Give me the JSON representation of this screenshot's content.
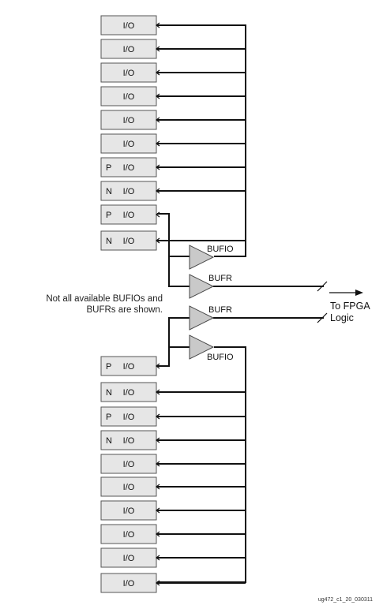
{
  "io_label": "I/O",
  "pin_p": "P",
  "pin_n": "N",
  "top_pins": [
    "",
    "",
    "",
    "",
    "",
    "",
    "P",
    "N",
    "P",
    "N"
  ],
  "bottom_pins": [
    "P",
    "N",
    "P",
    "N",
    "",
    "",
    "",
    "",
    "",
    ""
  ],
  "buffers": {
    "top_bufio": "BUFIO",
    "top_bufr": "BUFR",
    "bottom_bufr": "BUFR",
    "bottom_bufio": "BUFIO"
  },
  "note_lines": [
    "Not all available BUFIOs and",
    "BUFRs are shown."
  ],
  "output_lines": [
    "To FPGA",
    "Logic"
  ],
  "doc_id": "ug472_c1_20_030311"
}
